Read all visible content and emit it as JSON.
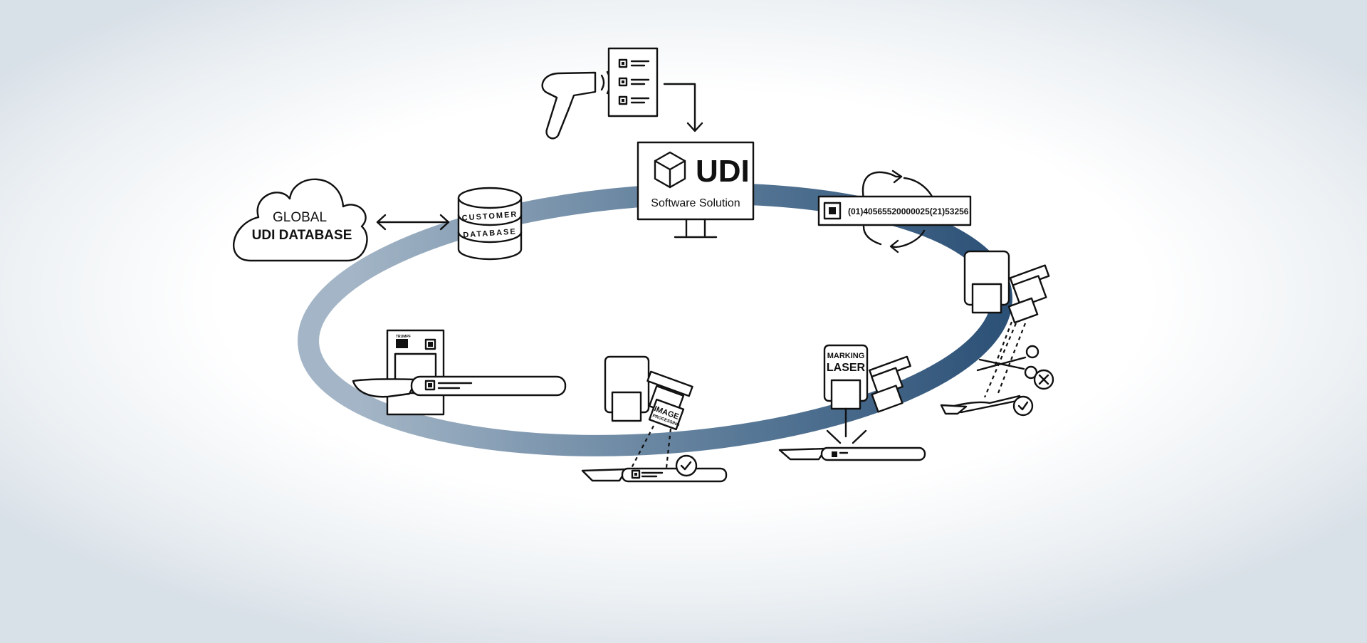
{
  "cloud": {
    "line1": "GLOBAL",
    "line2": "UDI DATABASE"
  },
  "database": {
    "line1": "CUSTOMER",
    "line2": "DATABASE"
  },
  "software": {
    "title": "UDI",
    "subtitle": "Software Solution"
  },
  "code_label": {
    "value": "(01)40565520000025(21)53256"
  },
  "marking": {
    "line1": "MARKING",
    "line2": "LASER"
  },
  "imaging": {
    "line1": "IMAGE",
    "line2": "PROCESSING"
  },
  "printer": {
    "label": "TRUMPF"
  },
  "colors": {
    "ring_light": "#8da2b6",
    "ring_dark": "#2e5378",
    "stroke": "#111111",
    "background": "#ffffff"
  },
  "icons": [
    "cloud-icon",
    "database-icon",
    "barcode-scanner-icon",
    "document-icon",
    "monitor-icon",
    "cube-icon",
    "cycle-arrows-icon",
    "datamatrix-icon",
    "robot-gripper-icon",
    "scissors-icon",
    "reject-icon",
    "checkmark-icon",
    "laser-head-icon",
    "camera-icon",
    "scalpel-icon",
    "printer-icon"
  ]
}
